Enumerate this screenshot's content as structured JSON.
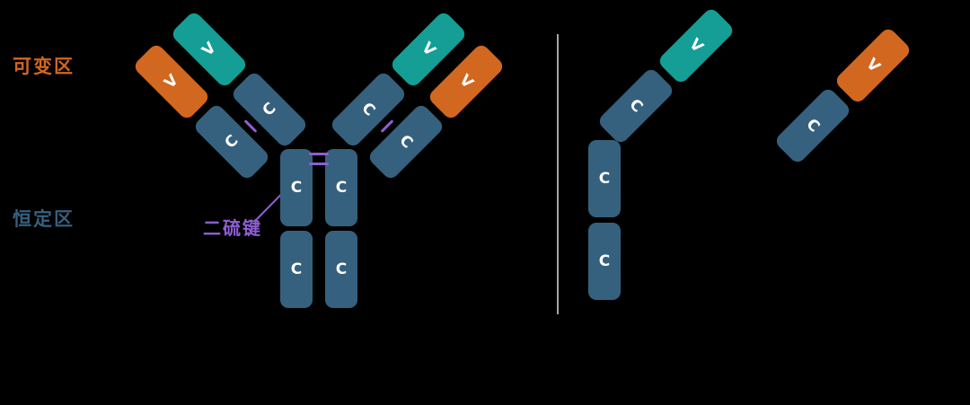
{
  "colors": {
    "background": "#000000",
    "teal": "#149E95",
    "orange": "#D2671F",
    "blue": "#35617E",
    "purple": "#8E5FD2",
    "divider": "#A6A6A6",
    "segment_text": "#FFFFFF"
  },
  "labels": {
    "variable_region": "可变区",
    "constant_region": "恒定区",
    "disulfide_bond": "二硫键"
  },
  "letters": {
    "v": "V",
    "c": "C"
  }
}
